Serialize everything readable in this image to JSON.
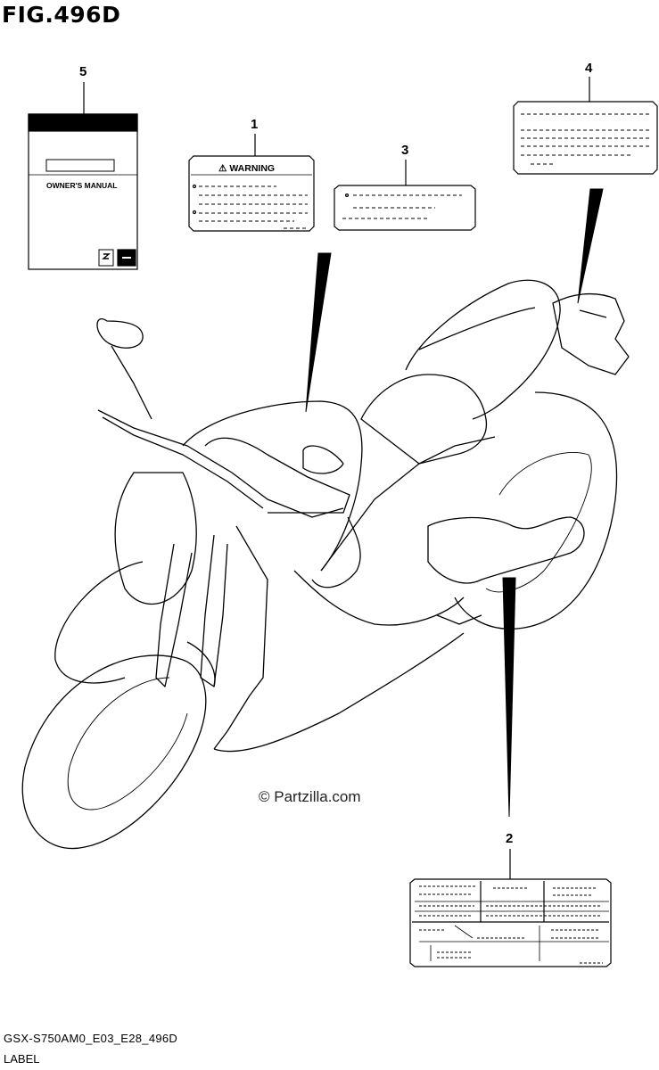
{
  "figure": {
    "title": "FIG.496D",
    "footer_code": "GSX-S750AM0_E03_E28_496D",
    "footer_name": "LABEL",
    "watermark": "© Partzilla.com"
  },
  "callouts": [
    "1",
    "2",
    "3",
    "4",
    "5"
  ],
  "labels": {
    "warning_header": "⚠ WARNING",
    "manual_title": "OWNER'S MANUAL"
  },
  "colors": {
    "ink": "#000000",
    "background": "#ffffff"
  }
}
